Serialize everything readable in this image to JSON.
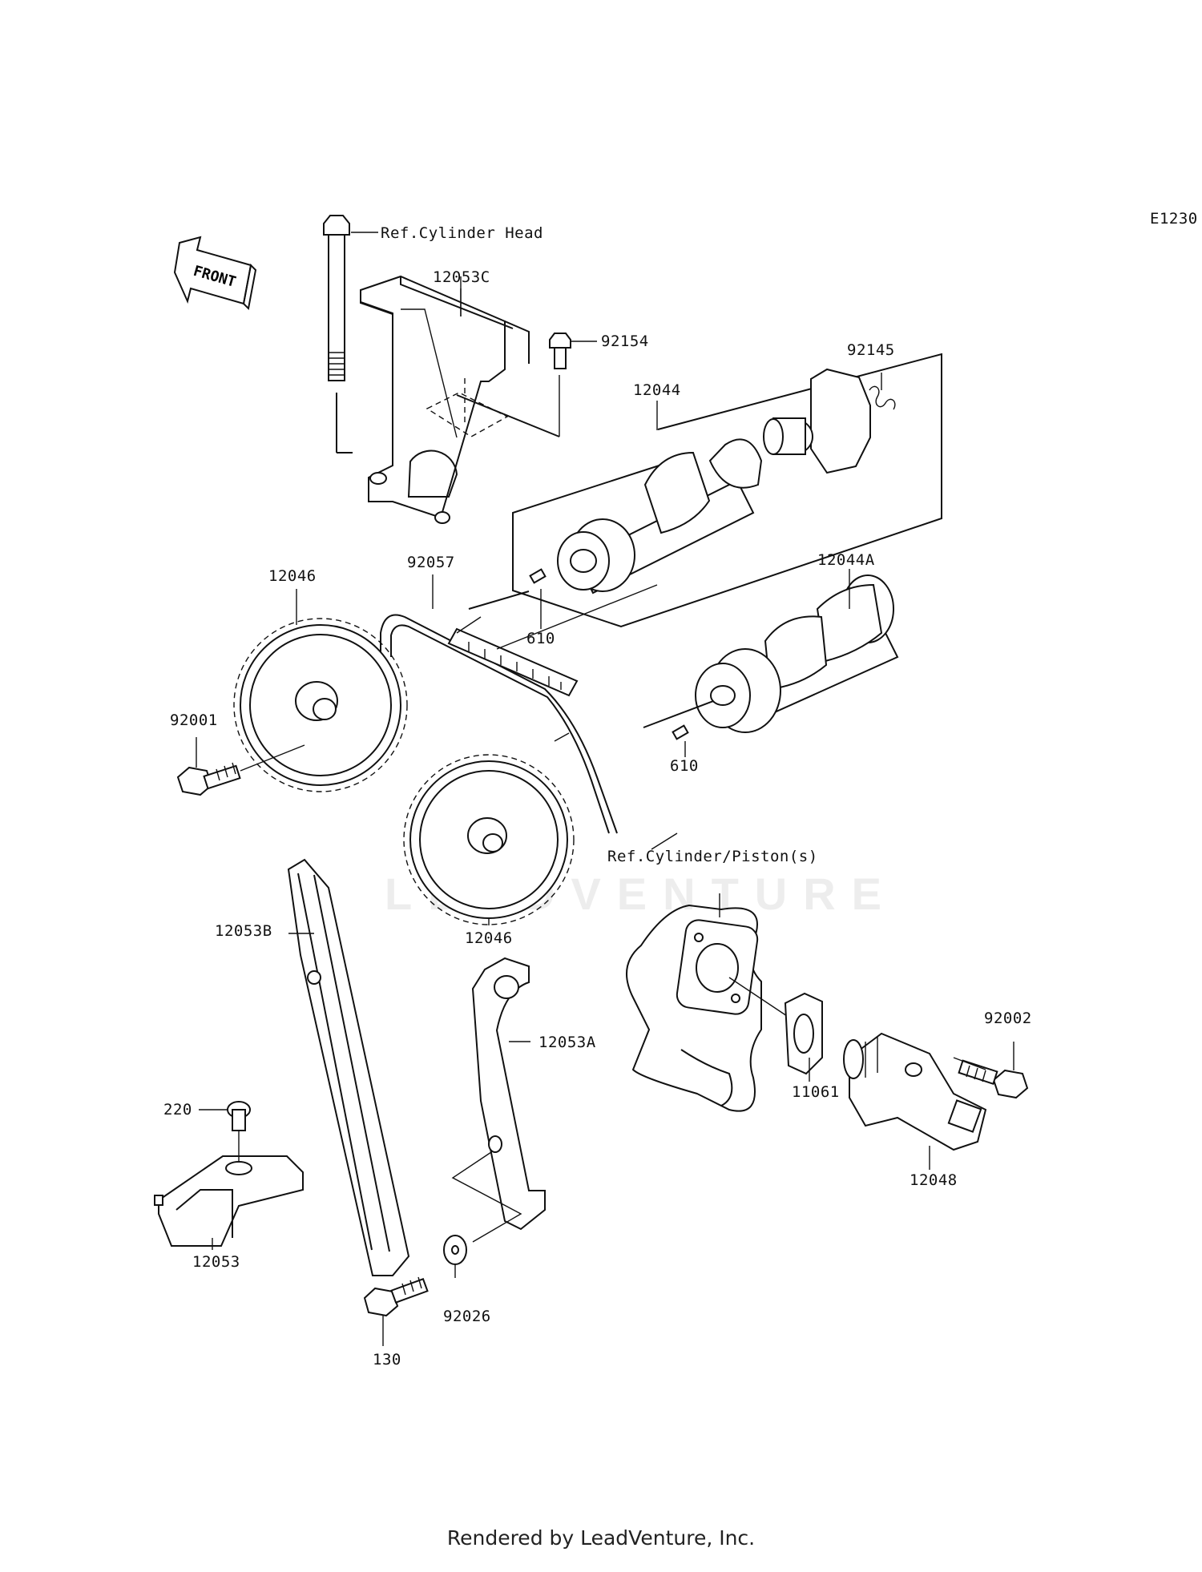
{
  "diagram_code": "E1230",
  "front_arrow_text": "FRONT",
  "watermark": "LEADVENTURE",
  "footer": "Rendered by LeadVenture, Inc.",
  "references": {
    "cylinder_head": "Ref.Cylinder Head",
    "cylinder_piston": "Ref.Cylinder/Piston(s)"
  },
  "parts": {
    "p12053C": "12053C",
    "p92154": "92154",
    "p92145": "92145",
    "p12044": "12044",
    "p92057": "92057",
    "p12044A": "12044A",
    "p12046_top": "12046",
    "p610_a": "610",
    "p610_b": "610",
    "p92001": "92001",
    "p12046_bottom": "12046",
    "p12053B": "12053B",
    "p12053A": "12053A",
    "p92002": "92002",
    "p11061": "11061",
    "p12048": "12048",
    "p220": "220",
    "p12053": "12053",
    "p92026": "92026",
    "p130": "130"
  }
}
